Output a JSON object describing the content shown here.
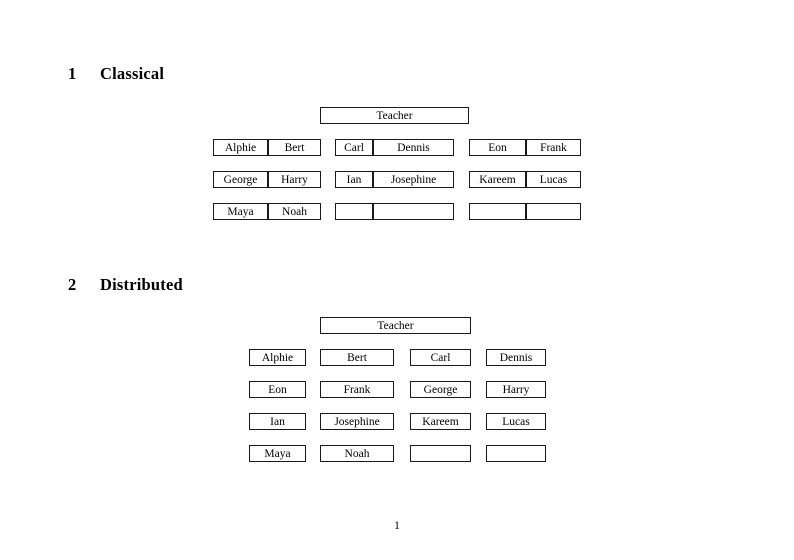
{
  "document": {
    "page_number": "1"
  },
  "sections": [
    {
      "number": "1",
      "title": "Classical",
      "teacher_label": "Teacher",
      "groups": [
        {
          "id": "group-left",
          "rows": [
            [
              "Alphie",
              "Bert"
            ],
            [
              "George",
              "Harry"
            ],
            [
              "Maya",
              "Noah"
            ]
          ]
        },
        {
          "id": "group-middle",
          "rows": [
            [
              "Carl",
              "Dennis"
            ],
            [
              "Ian",
              "Josephine"
            ],
            [
              "",
              ""
            ]
          ]
        },
        {
          "id": "group-right",
          "rows": [
            [
              "Eon",
              "Frank"
            ],
            [
              "Kareem",
              "Lucas"
            ],
            [
              "",
              ""
            ]
          ]
        }
      ]
    },
    {
      "number": "2",
      "title": "Distributed",
      "teacher_label": "Teacher",
      "rows": [
        [
          "Alphie",
          "Bert",
          "Carl",
          "Dennis"
        ],
        [
          "Eon",
          "Frank",
          "George",
          "Harry"
        ],
        [
          "Ian",
          "Josephine",
          "Kareem",
          "Lucas"
        ],
        [
          "Maya",
          "Noah",
          "",
          ""
        ]
      ]
    }
  ]
}
